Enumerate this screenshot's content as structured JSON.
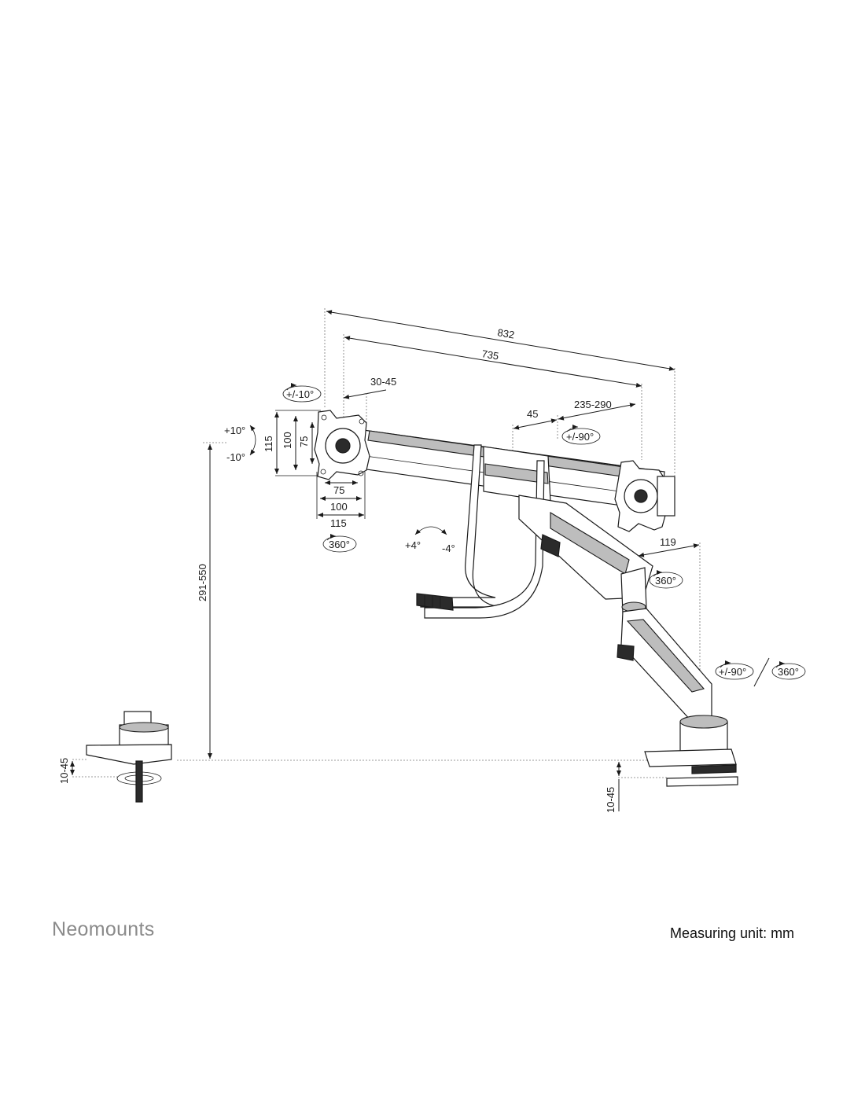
{
  "brand": "Neomounts",
  "unit_note": "Measuring unit: mm",
  "dimensions": {
    "overall_width": "832",
    "pole_spacing": "735",
    "vesa_offset": "30-45",
    "center_offset": "45",
    "center_range": "235-290",
    "tilt_up": "+10°",
    "tilt_down": "-10°",
    "vesa_h_115": "115",
    "vesa_h_100": "100",
    "vesa_h_75": "75",
    "vesa_w_75": "75",
    "vesa_w_100": "100",
    "vesa_w_115": "115",
    "swivel_left": "+/-10°",
    "rotate_left": "360°",
    "rotate_right": "+/-90°",
    "handle_tilt_up": "+4°",
    "handle_tilt_down": "-4°",
    "arm_depth": "119",
    "arm_rotate": "360°",
    "base_rotate_a": "+/-90°",
    "base_rotate_b": "360°",
    "height_range": "291-550",
    "desk_left": "10-45",
    "desk_right": "10-45"
  }
}
